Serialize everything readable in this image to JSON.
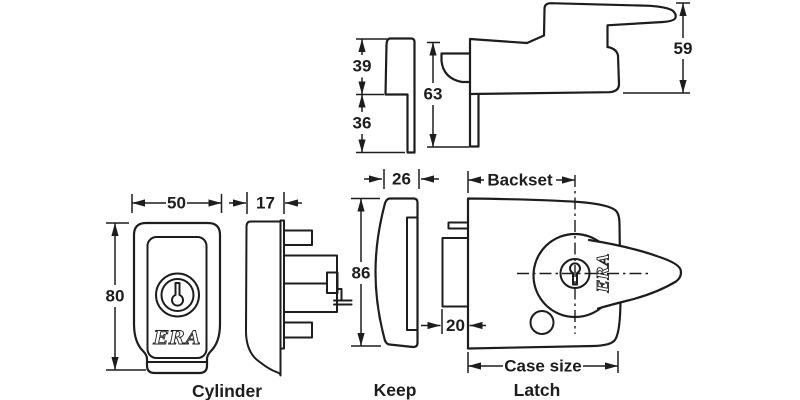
{
  "drawing": {
    "part_labels": {
      "cylinder": "Cylinder",
      "keep": "Keep",
      "latch": "Latch"
    },
    "dimensions": {
      "d39": "39",
      "d36": "36",
      "d63": "63",
      "d59": "59",
      "d26": "26",
      "d86": "86",
      "d17": "17",
      "d50": "50",
      "d80": "80",
      "d20": "20",
      "backset": "Backset",
      "case_size": "Case size"
    },
    "brand": {
      "cylinder_logo": "ERA",
      "latch_logo": "ERA"
    },
    "colors": {
      "background": "#ffffff",
      "line": "#1d1d1d"
    }
  }
}
